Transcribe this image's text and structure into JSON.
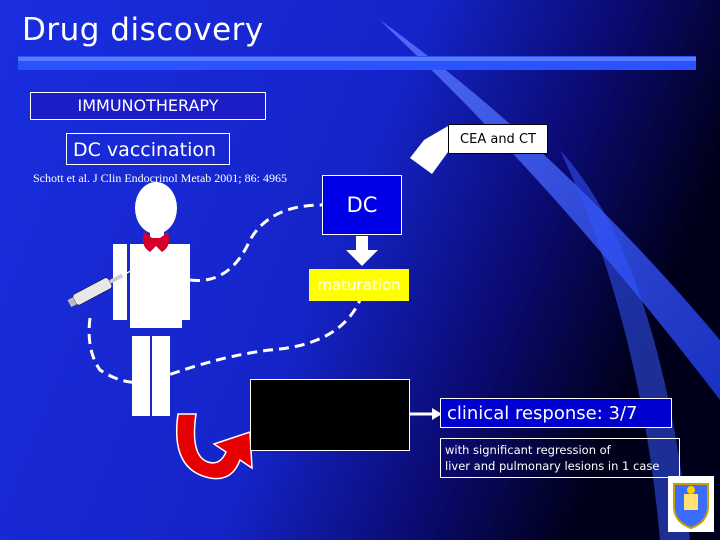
{
  "slide": {
    "title": "Drug discovery",
    "immunotherapy_label": "IMMUNOTHERAPY",
    "dc_vaccination_label": "DC vaccination",
    "citation": "Schott et al. J Clin Endocrinol Metab 2001; 86: 4965",
    "cea_ct_label": "CEA and CT",
    "dc_label": "DC",
    "maturation_label": "maturation",
    "clinical_response": "clinical response: 3/7",
    "regression_line1": "with significant regression of",
    "regression_line2": "liver and pulmonary lesions in 1 case"
  },
  "colors": {
    "background_dark": "#05058a",
    "background_light": "#2a4cff",
    "white": "#ffffff",
    "maturation_fill": "#ffff00",
    "thyroid": "#d4002a",
    "curved_arrow": "#e60000",
    "black_box": "#000000"
  },
  "icons": [
    "person-figure-icon",
    "thyroid-icon",
    "syringe-icon",
    "block-arrow-icon",
    "down-arrow-icon",
    "curved-arrow-icon",
    "crest-logo-icon"
  ]
}
